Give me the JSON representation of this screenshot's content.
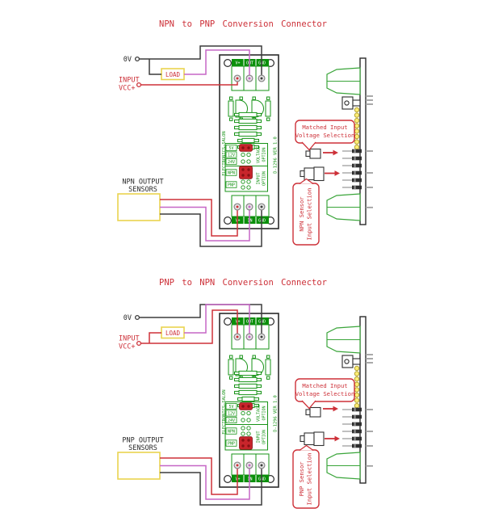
{
  "page": {
    "background": "#ffffff"
  },
  "colors": {
    "wire_positive": "#cd3038",
    "wire_signal": "#c667c6",
    "wire_ground": "#3c3c3c",
    "pcb_green": "#179317",
    "terminal_green": "#0a8f0a",
    "highlight_yellow": "#e9d44f",
    "annotation_red": "#cd3038",
    "jumper_red": "#c8252b",
    "jumper_dot": "#871014",
    "socket_yellow": "#ffee75",
    "socket_yellow_edge": "#b3a338"
  },
  "diagrams": [
    {
      "title": "NPN to PNP Conversion Connector",
      "labels": {
        "zero": "0V",
        "load": "LOAD",
        "input1": "INPUT",
        "input2": "VCC+",
        "sensors1": "NPN OUTPUT",
        "sensors2": "SENSORS"
      },
      "module": {
        "brand": "ELECTRONICS-SALON",
        "model": "D-1296  VER 1.0",
        "top": [
          "V+",
          "OUT",
          "GND"
        ],
        "bottom": [
          "V+",
          "IN",
          "GND"
        ],
        "voltage": [
          "5V",
          "12V",
          "24V"
        ],
        "selected_voltage": "5V",
        "npn": "NPN",
        "pnp": "PNP",
        "selected_input": "NPN",
        "vopt1": "VOLTAGE",
        "vopt2": "OPTION",
        "iopt1": "INPUT",
        "iopt2": "OPTION"
      },
      "callouts": {
        "voltage1": "Matched Input",
        "voltage2": "Voltage Selection",
        "input1": "NPN Sensor",
        "input2": "Input Selection"
      }
    },
    {
      "title": "PNP to NPN Conversion Connector",
      "labels": {
        "zero": "0V",
        "load": "LOAD",
        "input1": "INPUT",
        "input2": "VCC+",
        "sensors1": "PNP OUTPUT",
        "sensors2": "SENSORS"
      },
      "module": {
        "brand": "ELECTRONICS-SALON",
        "model": "D-1296  VER 1.0",
        "top": [
          "V+",
          "OUT",
          "GND"
        ],
        "bottom": [
          "V+",
          "IN",
          "GND"
        ],
        "voltage": [
          "5V",
          "12V",
          "24V"
        ],
        "selected_voltage": "5V",
        "npn": "NPN",
        "pnp": "PNP",
        "selected_input": "PNP",
        "vopt1": "VOLTAGE",
        "vopt2": "OPTION",
        "iopt1": "INPUT",
        "iopt2": "OPTION"
      },
      "callouts": {
        "voltage1": "Matched Input",
        "voltage2": "Voltage Selection",
        "input1": "PNP Sensor",
        "input2": "Input Selection"
      }
    }
  ]
}
